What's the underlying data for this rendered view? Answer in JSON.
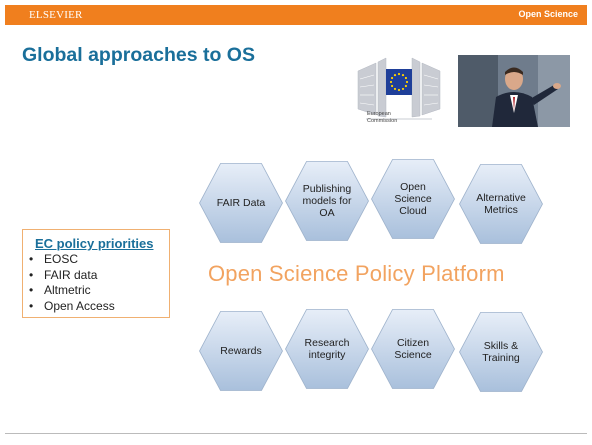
{
  "header": {
    "brand": "ELSEVIER",
    "section": "Open Science",
    "bar_color": "#f07f1e"
  },
  "title": "Global approaches to OS",
  "title_color": "#1a6f9a",
  "ec_logo": {
    "caption_line1": "European",
    "caption_line2": "Commission",
    "flag_color": "#1f3f99",
    "star_color": "#ffd200"
  },
  "photo": {
    "icon": "presenter-photo"
  },
  "policy": {
    "title": "EC policy priorities",
    "items": [
      "EOSC",
      "FAIR data",
      "Altmetric",
      "Open Access"
    ],
    "border_color": "#f0b071"
  },
  "platform_title": "Open Science Policy Platform",
  "platform_color": "#f2a360",
  "hexagons": [
    {
      "label": "FAIR Data"
    },
    {
      "label": "Publishing\nmodels for\nOA"
    },
    {
      "label": "Open\nScience\nCloud"
    },
    {
      "label": "Alternative\nMetrics"
    },
    {
      "label": "Rewards"
    },
    {
      "label": "Research\nintegrity"
    },
    {
      "label": "Citizen\nScience"
    },
    {
      "label": "Skills &\nTraining"
    }
  ],
  "hex_colors": {
    "top": "#e7eef8",
    "bottom": "#a9c0dc",
    "border": "#9fb3cc"
  }
}
